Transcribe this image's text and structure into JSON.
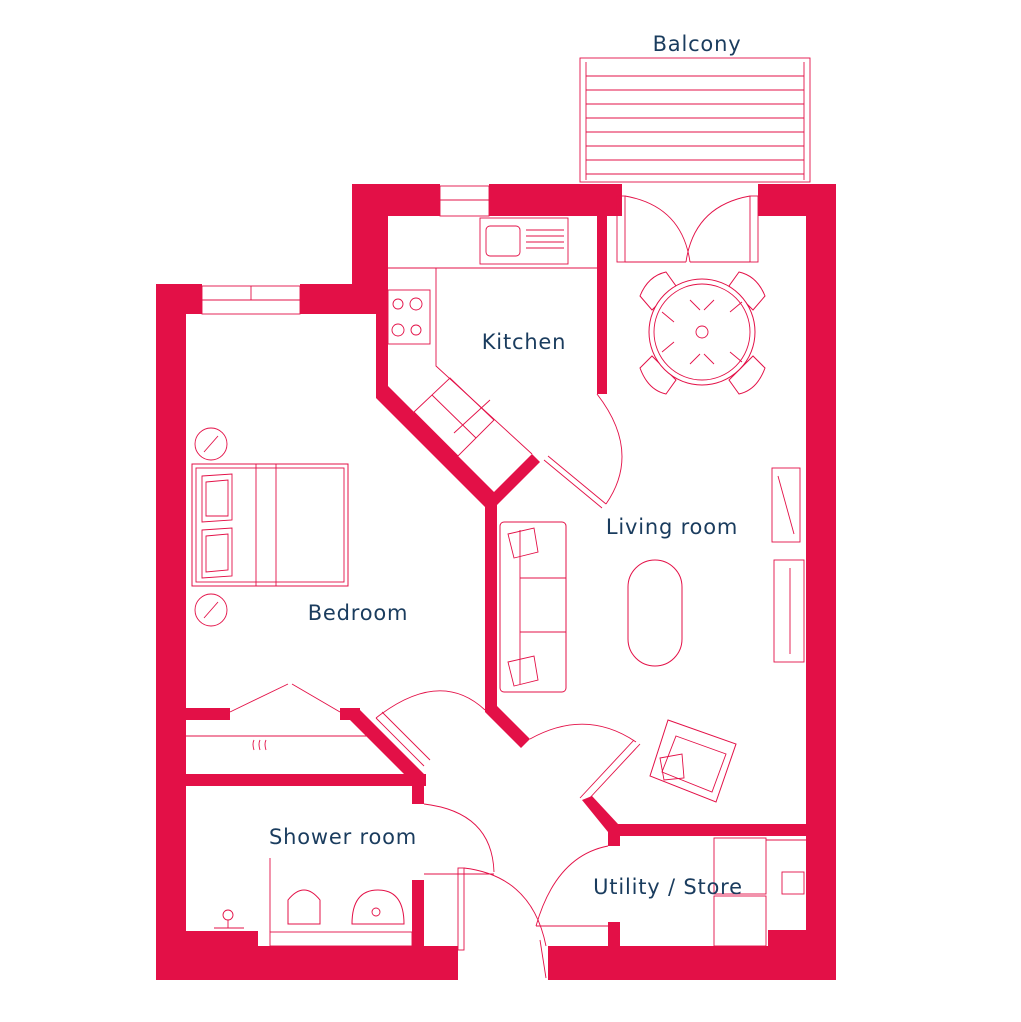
{
  "colors": {
    "wall": "#e31047",
    "line": "#e31047",
    "text": "#1a3c5e",
    "background": "#ffffff"
  },
  "rooms": {
    "balcony": "Balcony",
    "kitchen": "Kitchen",
    "living_room": "Living room",
    "bedroom": "Bedroom",
    "shower_room": "Shower room",
    "utility_store": "Utility / Store"
  }
}
